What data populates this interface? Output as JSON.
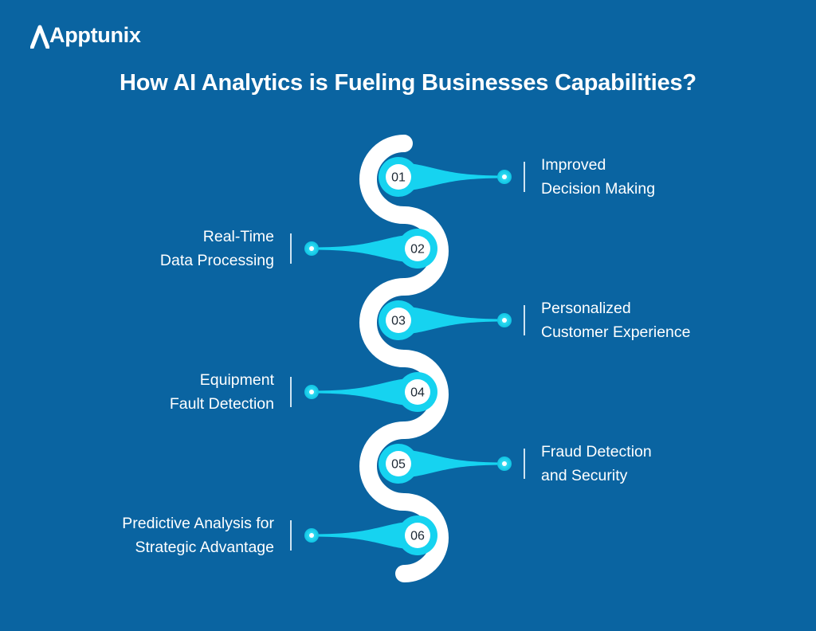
{
  "brand": {
    "name": "Apptunix",
    "icon": "a-chevron-logo-icon"
  },
  "title": "How AI Analytics is Fueling Businesses Capabilities?",
  "colors": {
    "background": "#0a64a1",
    "path": "#ffffff",
    "accent": "#16d3f0",
    "accent_dark": "#0aa9c8",
    "text": "#ffffff"
  },
  "steps": [
    {
      "number": "01",
      "side": "right",
      "lines": [
        "Improved",
        "Decision Making"
      ]
    },
    {
      "number": "02",
      "side": "left",
      "lines": [
        "Real-Time",
        "Data Processing"
      ]
    },
    {
      "number": "03",
      "side": "right",
      "lines": [
        "Personalized",
        "Customer Experience"
      ]
    },
    {
      "number": "04",
      "side": "left",
      "lines": [
        "Equipment",
        "Fault Detection"
      ]
    },
    {
      "number": "05",
      "side": "right",
      "lines": [
        "Fraud Detection",
        "and Security"
      ]
    },
    {
      "number": "06",
      "side": "left",
      "lines": [
        "Predictive Analysis for",
        "Strategic Advantage"
      ]
    }
  ]
}
